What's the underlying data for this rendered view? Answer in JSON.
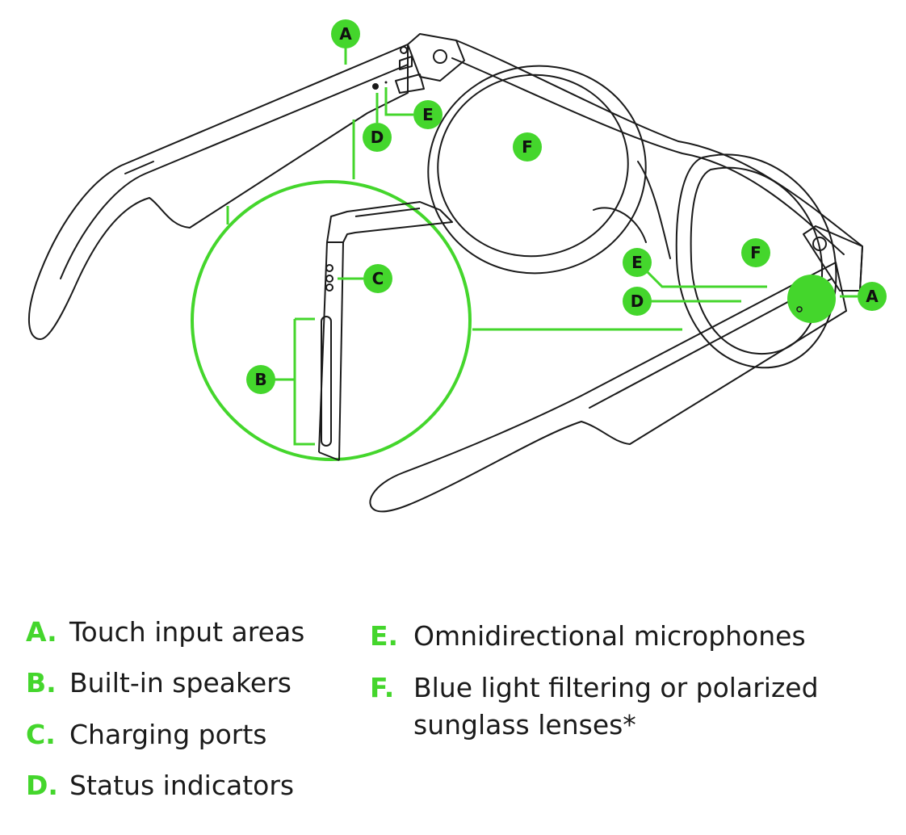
{
  "colors": {
    "accent": "#44d62c",
    "line": "#1a1a1a"
  },
  "diagram": {
    "markers": {
      "a_top": "A",
      "d_top": "D",
      "e_top": "E",
      "f_left": "F",
      "f_right": "F",
      "c_inset": "C",
      "b_inset": "B",
      "e_right": "E",
      "d_right": "D",
      "a_right": "A"
    }
  },
  "legend": {
    "items": [
      {
        "letter": "A.",
        "text": "Touch input areas"
      },
      {
        "letter": "B.",
        "text": "Built-in speakers"
      },
      {
        "letter": "C.",
        "text": "Charging ports"
      },
      {
        "letter": "D.",
        "text": "Status indicators"
      },
      {
        "letter": "E.",
        "text": "Omnidirectional microphones"
      },
      {
        "letter": "F.",
        "text": "Blue light filtering or polarized",
        "text2": "sunglass lenses*"
      }
    ]
  }
}
